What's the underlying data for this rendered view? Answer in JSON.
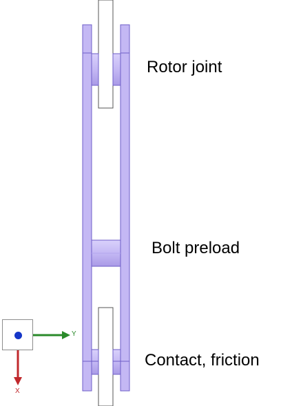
{
  "labels": {
    "rotor_joint": "Rotor joint",
    "bolt_preload": "Bolt preload",
    "contact_friction": "Contact, friction"
  },
  "triad": {
    "y_label": "Y",
    "x_label": "X",
    "y_color": "#2a8a2a",
    "x_color": "#c0282c",
    "z_color": "#1536c8"
  },
  "colors": {
    "plate_fill": "#c4b8f4",
    "plate_edge": "#6e5ec8",
    "background": "#ffffff"
  }
}
